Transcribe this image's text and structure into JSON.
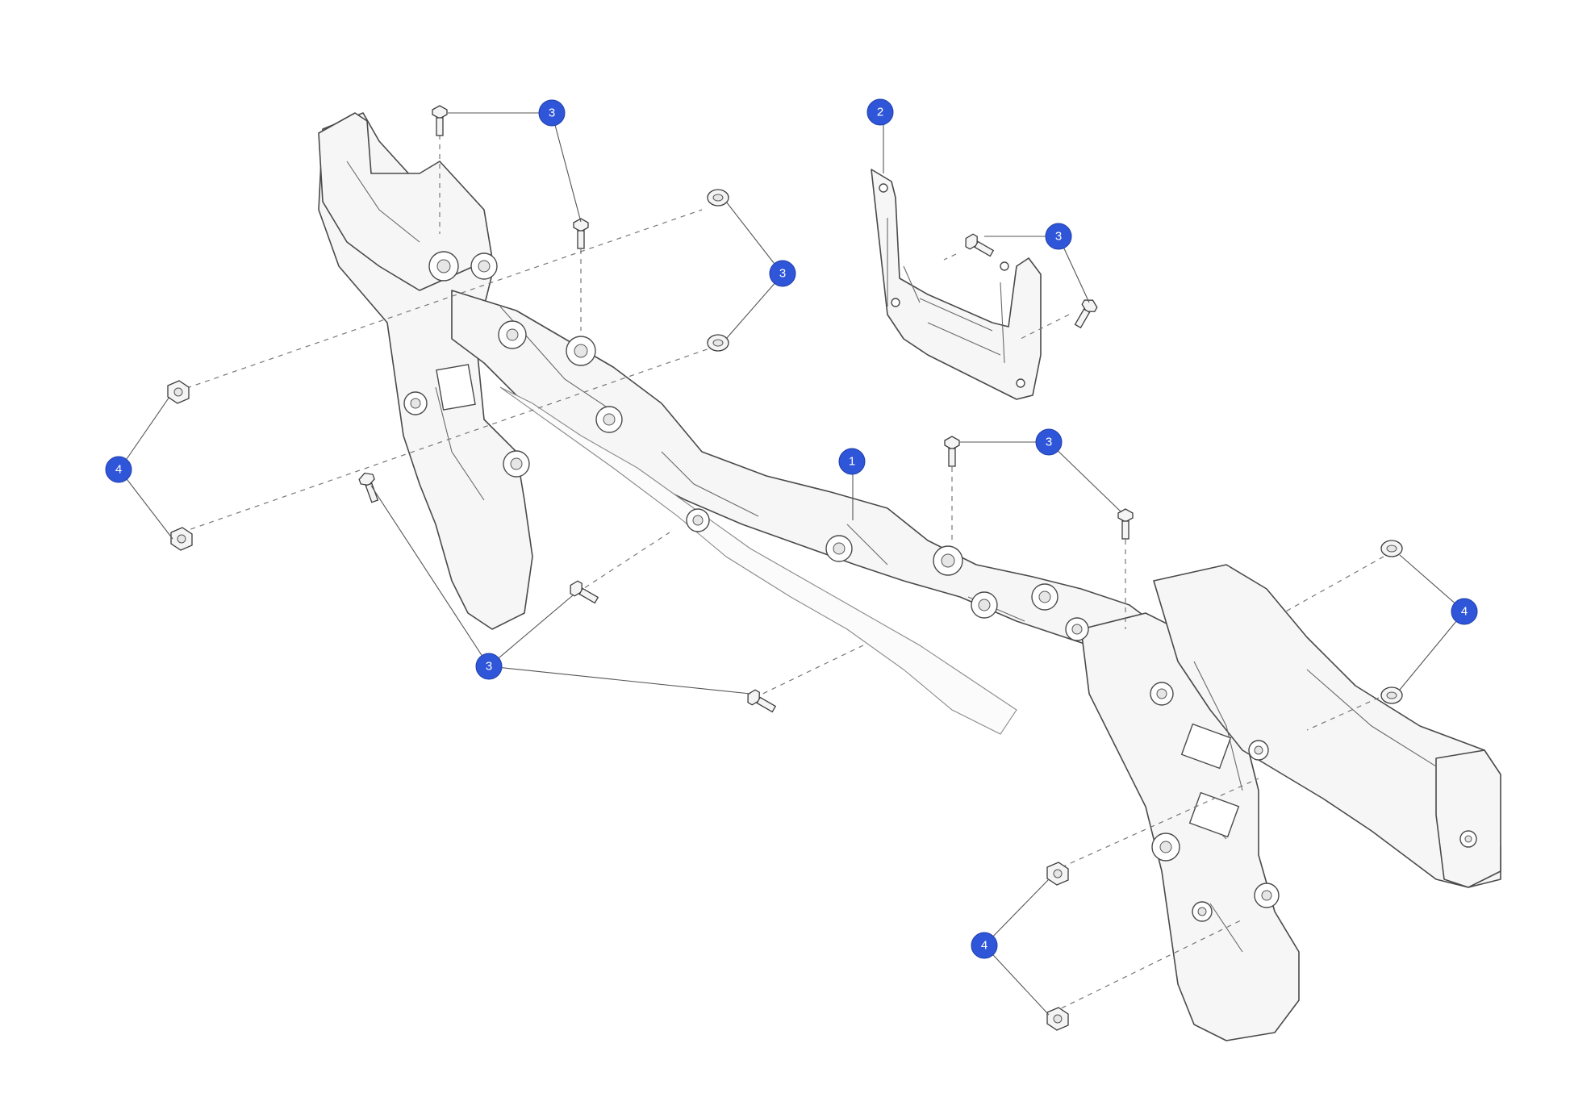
{
  "callouts": {
    "part_1": "1",
    "part_2": "2",
    "part_3": "3",
    "part_4": "4"
  },
  "colors": {
    "callout_fill": "#2f56d8",
    "callout_text": "#ffffff",
    "line_art": "#4a4a4a"
  }
}
